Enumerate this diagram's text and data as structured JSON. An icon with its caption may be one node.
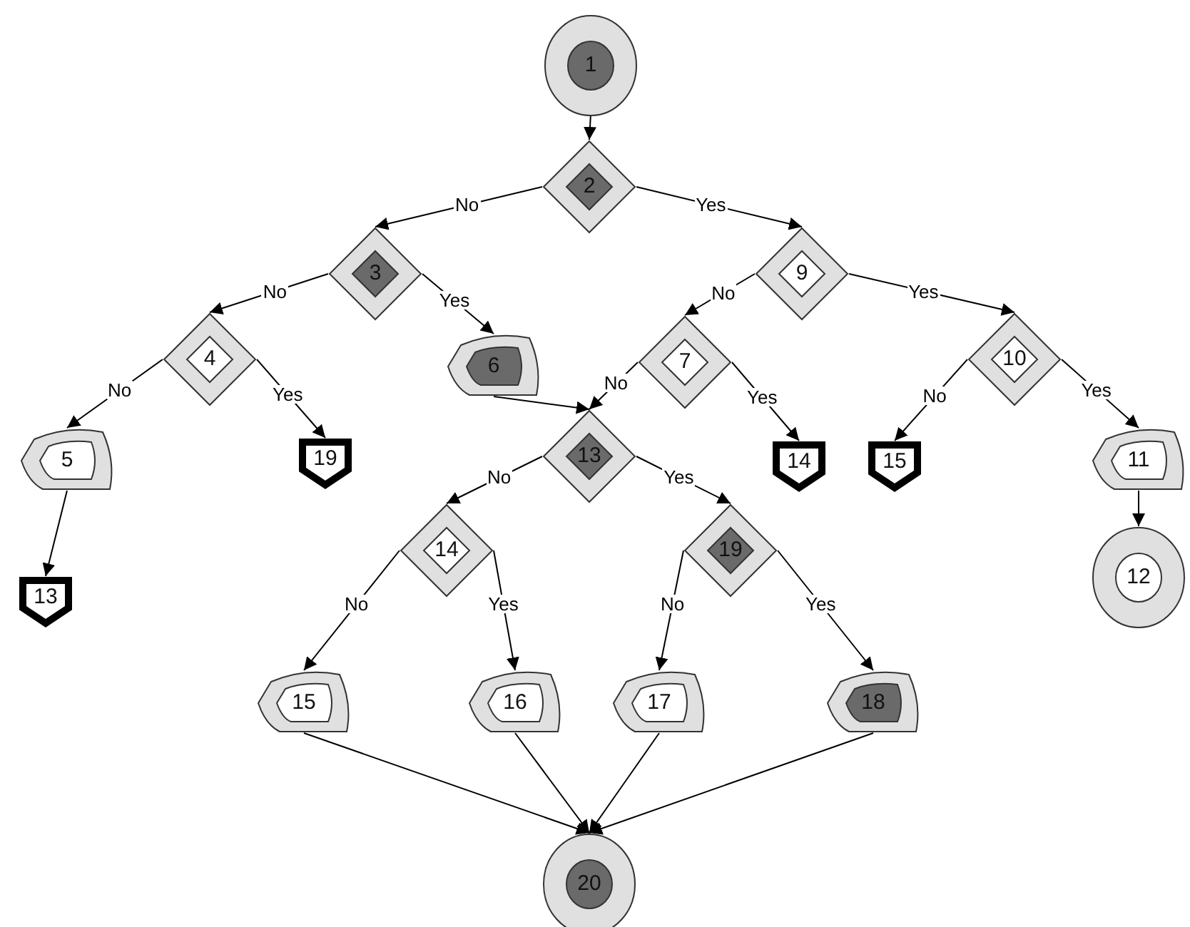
{
  "diagram": {
    "nodes": [
      {
        "text": [
          "1"
        ]
      },
      {
        "text": [
          "2"
        ]
      },
      {
        "text": [
          "3"
        ]
      },
      {
        "text": [
          "9"
        ]
      },
      {
        "text": [
          "4"
        ]
      },
      {
        "text": [
          "6"
        ]
      },
      {
        "text": [
          "7"
        ]
      },
      {
        "text": [
          "10"
        ]
      },
      {
        "text": [
          "5"
        ]
      },
      {
        "text": [
          "19"
        ]
      },
      {
        "text": [
          "13"
        ]
      },
      {
        "text": [
          "14"
        ]
      },
      {
        "text": [
          "15"
        ]
      },
      {
        "text": [
          "11"
        ]
      },
      {
        "text": [
          "13"
        ]
      },
      {
        "text": [
          "14"
        ]
      },
      {
        "text": [
          "19"
        ]
      },
      {
        "text": [
          "12"
        ]
      },
      {
        "text": [
          "15"
        ]
      },
      {
        "text": [
          "16"
        ]
      },
      {
        "text": [
          "17"
        ]
      },
      {
        "text": [
          "18"
        ]
      },
      {
        "text": [
          "20"
        ]
      }
    ],
    "edges": [
      {
        "from": 0,
        "to": 1,
        "arrow": "to"
      },
      {
        "from": 1,
        "to": 2,
        "arrow": "to",
        "label": "No"
      },
      {
        "from": 1,
        "to": 3,
        "arrow": "to",
        "label": "Yes"
      },
      {
        "from": 2,
        "to": 4,
        "arrow": "to",
        "label": "No"
      },
      {
        "from": 2,
        "to": 5,
        "arrow": "to",
        "label": "Yes"
      },
      {
        "from": 3,
        "to": 6,
        "arrow": "to",
        "label": "No"
      },
      {
        "from": 3,
        "to": 7,
        "arrow": "to",
        "label": "Yes"
      },
      {
        "from": 4,
        "to": 8,
        "arrow": "to",
        "label": "No"
      },
      {
        "from": 4,
        "to": 9,
        "arrow": "to",
        "label": "Yes"
      },
      {
        "from": 5,
        "to": 10,
        "arrow": "to"
      },
      {
        "from": 6,
        "to": 10,
        "arrow": "to",
        "label": "No"
      },
      {
        "from": 6,
        "to": 11,
        "arrow": "to",
        "label": "Yes"
      },
      {
        "from": 7,
        "to": 12,
        "arrow": "to",
        "label": "No"
      },
      {
        "from": 7,
        "to": 13,
        "arrow": "to",
        "label": "Yes"
      },
      {
        "from": 8,
        "to": 14,
        "arrow": "to"
      },
      {
        "from": 13,
        "to": 17,
        "arrow": "to"
      },
      {
        "from": 10,
        "to": 15,
        "arrow": "to",
        "label": "No"
      },
      {
        "from": 10,
        "to": 16,
        "arrow": "to",
        "label": "Yes"
      },
      {
        "from": 15,
        "to": 18,
        "arrow": "to",
        "label": "No"
      },
      {
        "from": 15,
        "to": 19,
        "arrow": "to",
        "label": "Yes"
      },
      {
        "from": 16,
        "to": 20,
        "arrow": "to",
        "label": "No"
      },
      {
        "from": 16,
        "to": 21,
        "arrow": "to",
        "label": "Yes"
      },
      {
        "from": 18,
        "to": 22,
        "arrow": "to"
      },
      {
        "from": 19,
        "to": 22,
        "arrow": "to"
      },
      {
        "from": 20,
        "to": 22,
        "arrow": "to"
      },
      {
        "from": 21,
        "to": 22,
        "arrow": "to"
      }
    ]
  }
}
